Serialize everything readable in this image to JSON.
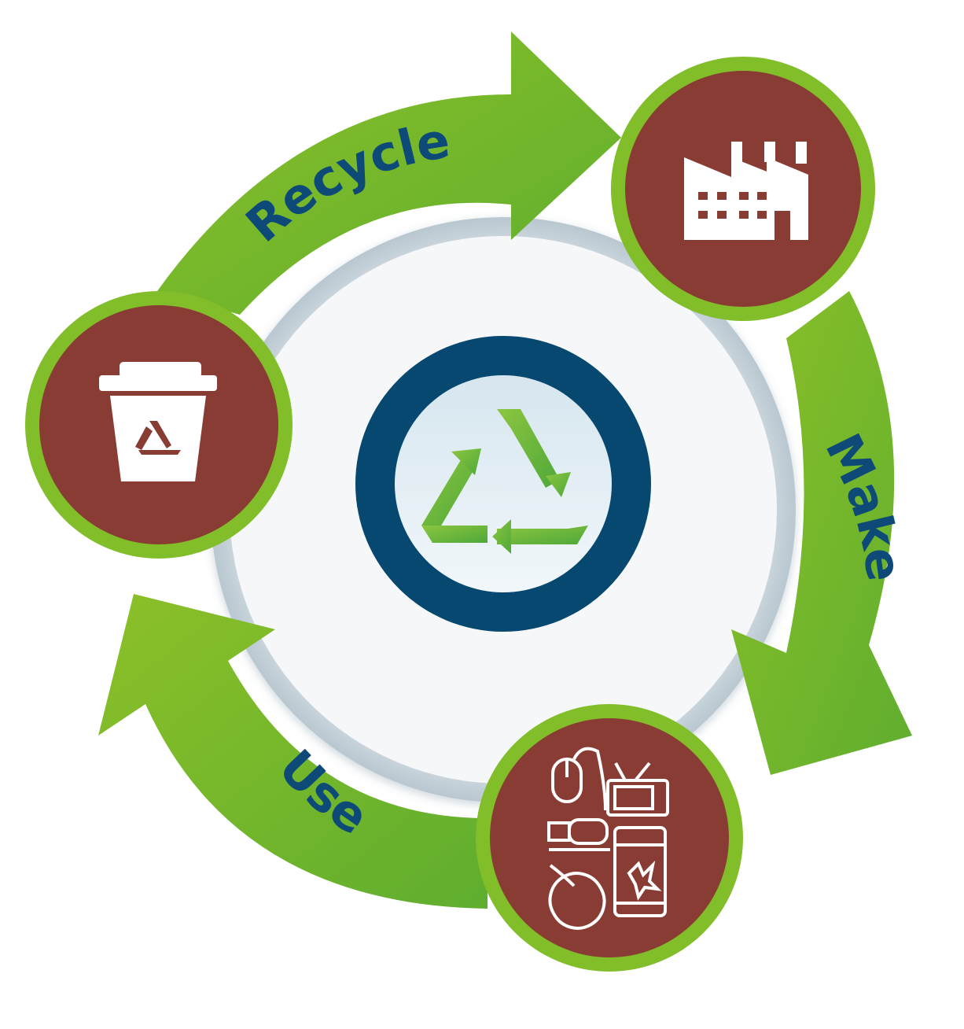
{
  "diagram": {
    "stages": [
      {
        "id": "recycle",
        "label": "Recycle",
        "icon": "recycle-bin-icon"
      },
      {
        "id": "make",
        "label": "Make",
        "icon": "factory-icon"
      },
      {
        "id": "use",
        "label": "Use",
        "icon": "electronics-icon"
      }
    ],
    "center_icon": "recycle-triangle-icon",
    "colors": {
      "arrow_green": "#6db52e",
      "arrow_green_light": "#93c12a",
      "node_fill": "#893c33",
      "node_ring": "#82bd2a",
      "label_blue": "#0e4a78",
      "center_ring": "#06486f",
      "center_fill": "#e4eff6",
      "backdrop": "#e9eef2",
      "icon_white": "#ffffff"
    }
  }
}
